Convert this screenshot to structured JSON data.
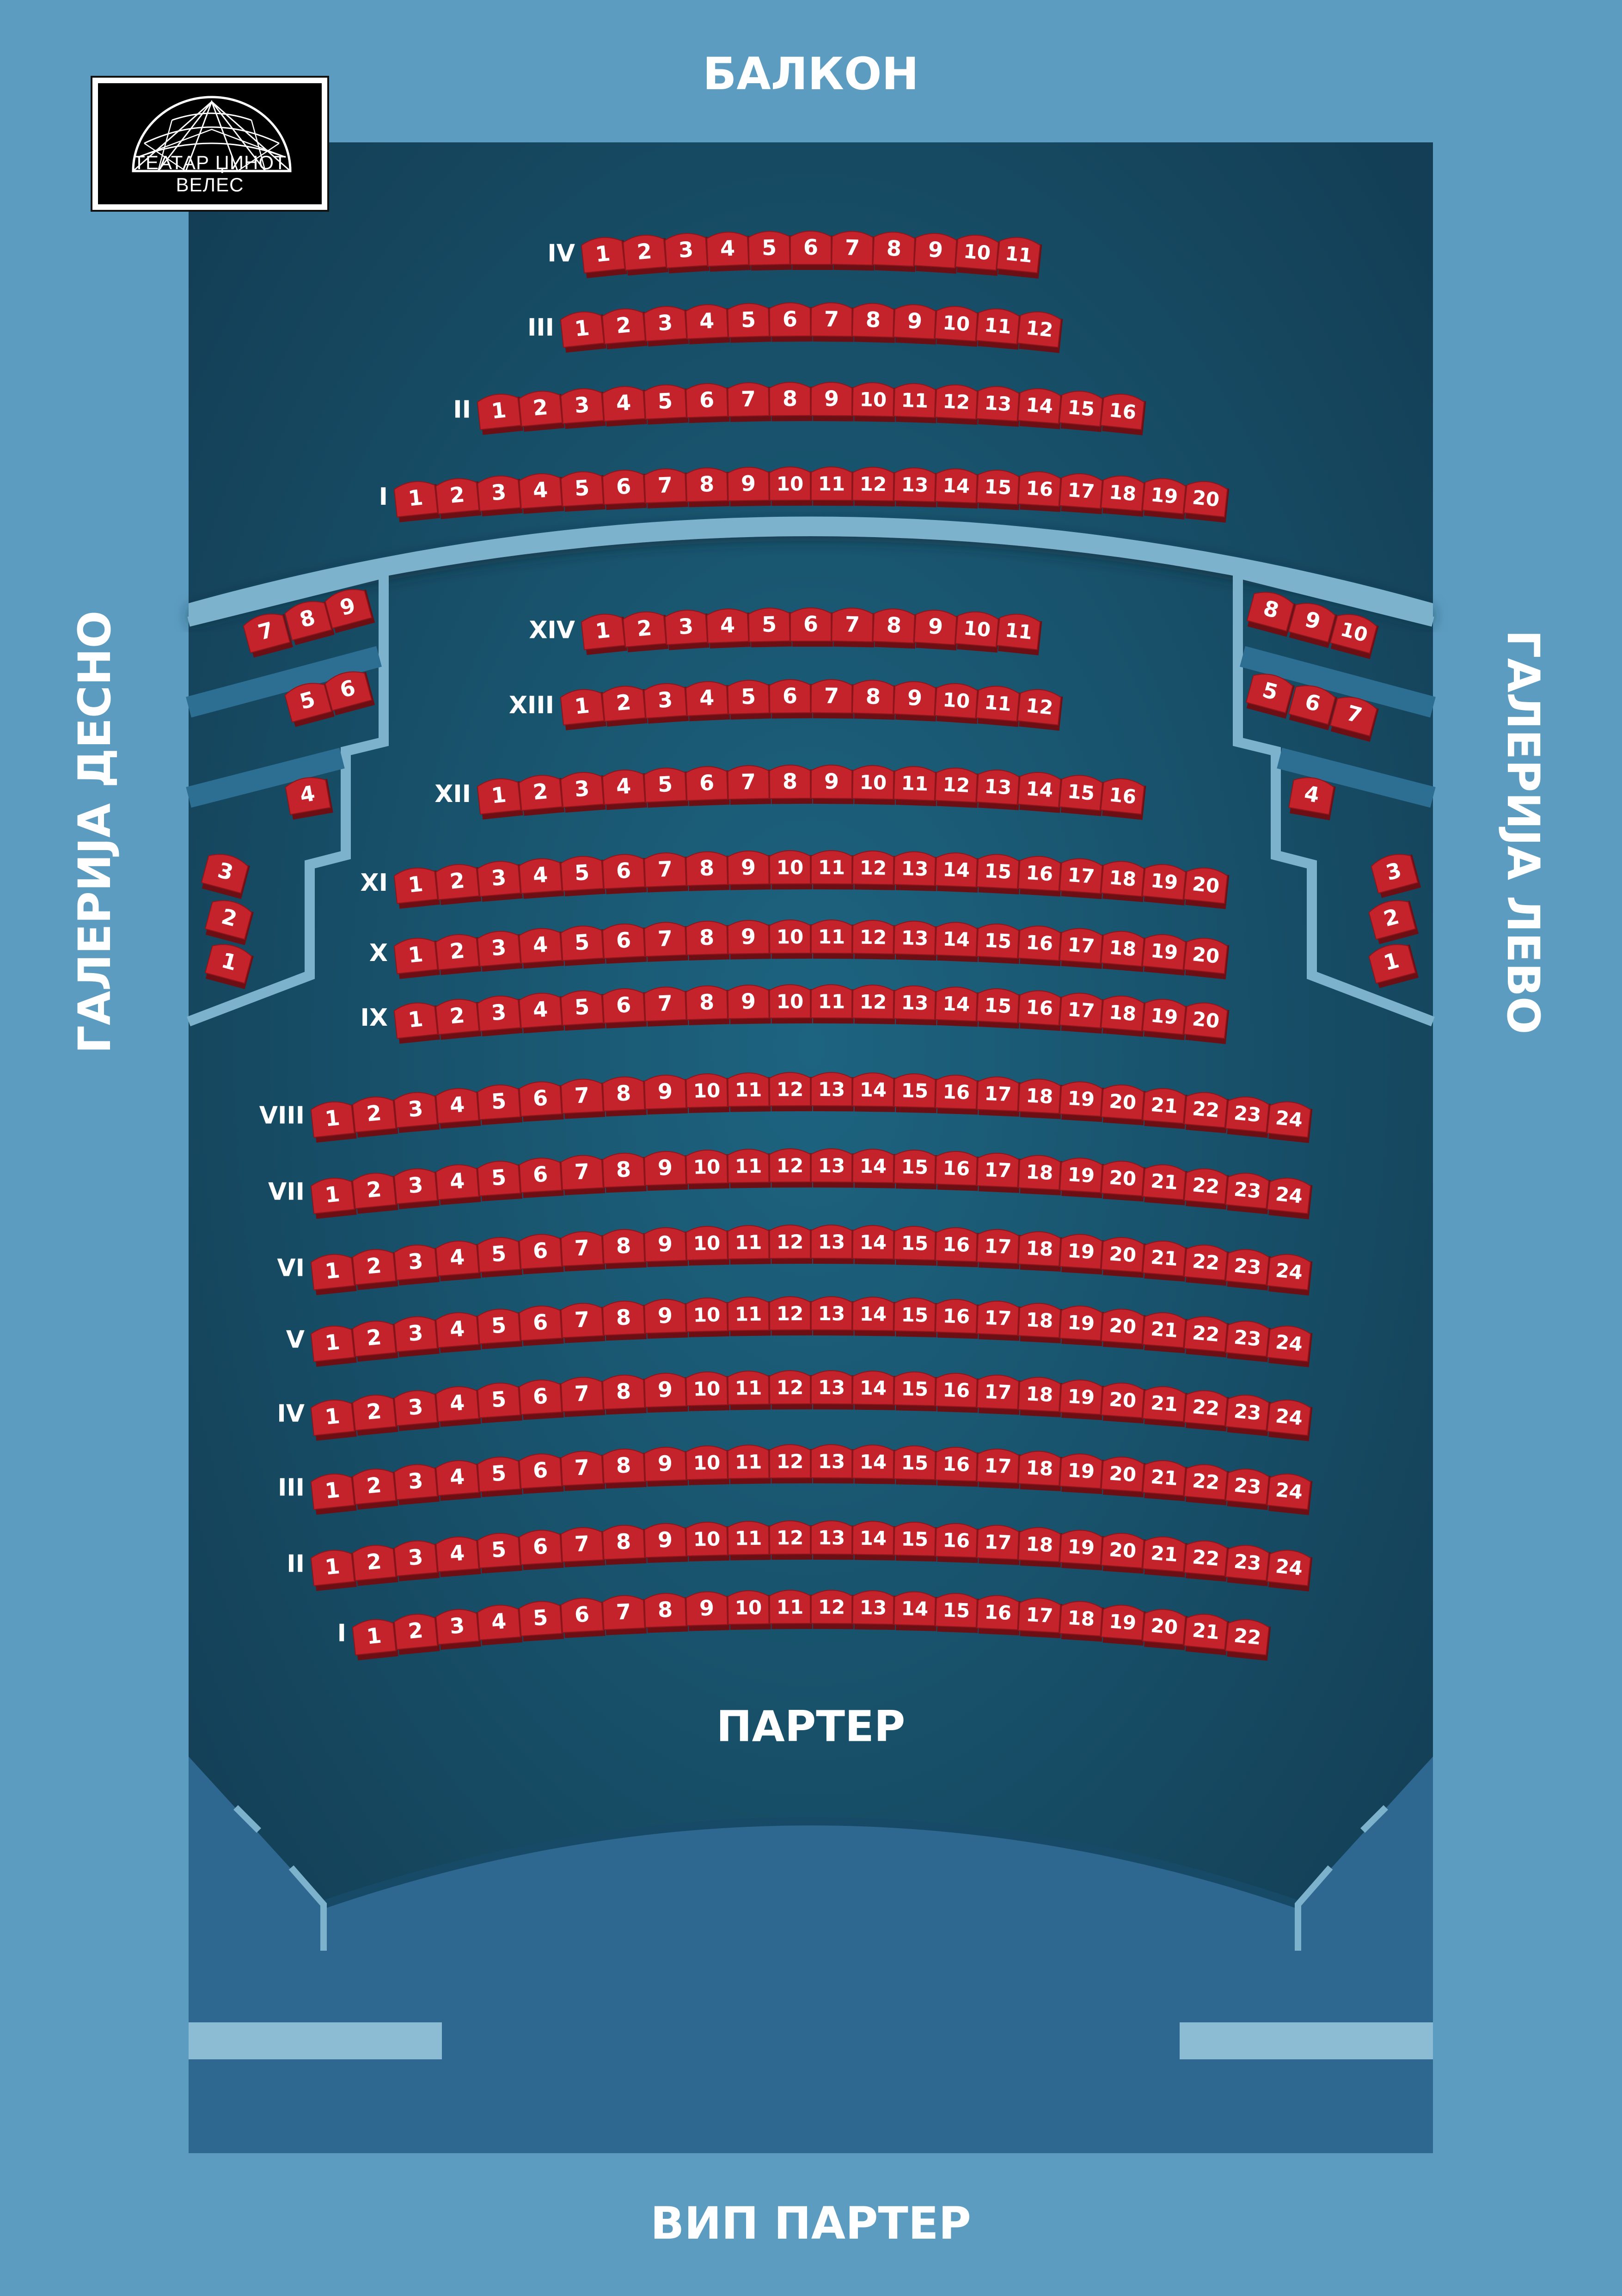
{
  "titles": {
    "balcony": "БАЛКОН",
    "gallery_right": "ГАЛЕРИЈА ДЕСНО",
    "gallery_left": "ГАЛЕРИЈА ЛЕВО",
    "parterre": "ПАРТЕР",
    "vip_parterre": "ВИП ПАРТЕР"
  },
  "logo": {
    "text": "ТЕАТАР ЏИНОТ ВЕЛЕС",
    "icon": "geodesic-dome-icon"
  },
  "colors": {
    "background": "#5b9cc0",
    "hall": "#1b5d76",
    "seat": "#c4232b",
    "seat_shadow": "#6b0f14",
    "walls": "#7db2cd",
    "stage_floor": "#2e6890",
    "text": "#ffffff"
  },
  "seat_map": {
    "balcony_rows": [
      {
        "label": "IV",
        "seats": 11
      },
      {
        "label": "III",
        "seats": 12
      },
      {
        "label": "II",
        "seats": 16
      },
      {
        "label": "I",
        "seats": 20
      }
    ],
    "upper_parterre_rows": [
      {
        "label": "XIV",
        "seats": 11
      },
      {
        "label": "XIII",
        "seats": 12
      },
      {
        "label": "XII",
        "seats": 16
      },
      {
        "label": "XI",
        "seats": 20
      },
      {
        "label": "X",
        "seats": 20
      },
      {
        "label": "IX",
        "seats": 20
      }
    ],
    "lower_parterre_rows": [
      {
        "label": "VIII",
        "seats": 24
      },
      {
        "label": "VII",
        "seats": 24
      },
      {
        "label": "VI",
        "seats": 24
      },
      {
        "label": "V",
        "seats": 24
      },
      {
        "label": "IV",
        "seats": 24
      },
      {
        "label": "III",
        "seats": 24
      },
      {
        "label": "II",
        "seats": 24
      },
      {
        "label": "I",
        "seats": 22
      }
    ],
    "gallery_right_seats": [
      "7",
      "8",
      "9",
      "5",
      "6",
      "4",
      "3",
      "2",
      "1"
    ],
    "gallery_left_seats": [
      "8",
      "9",
      "10",
      "5",
      "6",
      "7",
      "4",
      "3",
      "2",
      "1"
    ]
  }
}
